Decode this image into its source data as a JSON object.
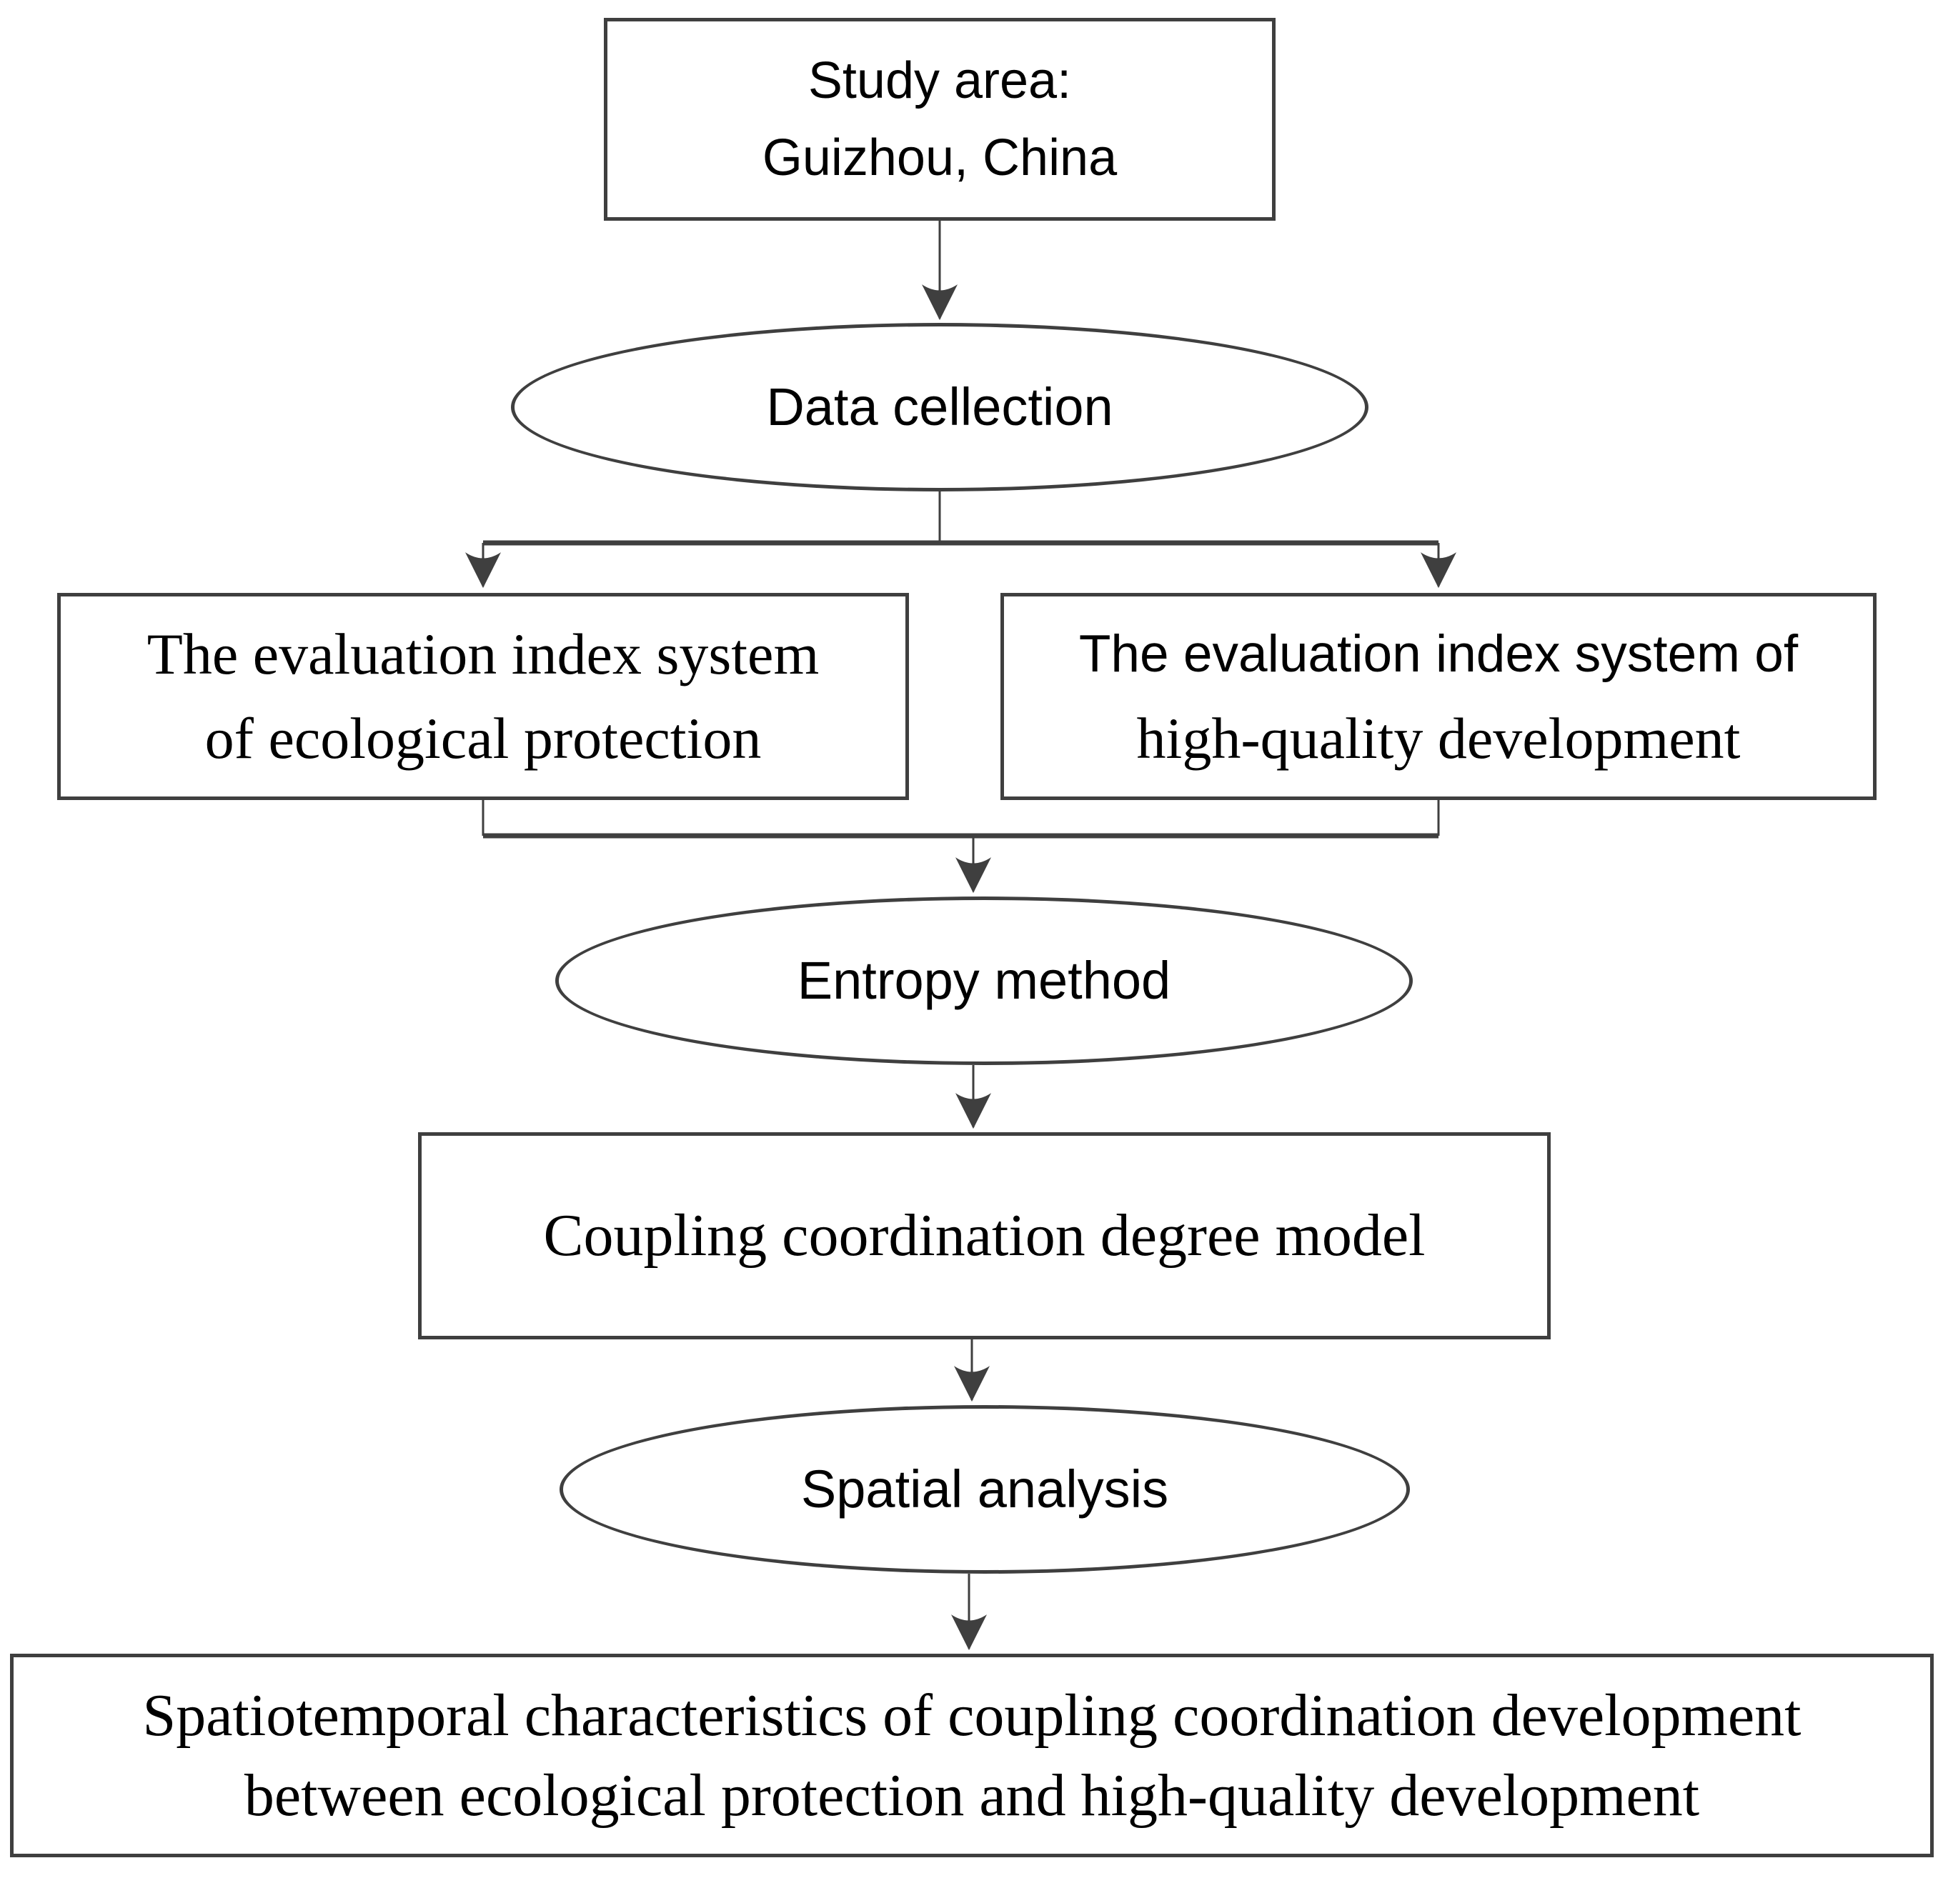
{
  "figure": {
    "description": "Research methodology flowchart",
    "background_color": "#ffffff",
    "line_color": "#3f3f3f",
    "text_color": "#000000"
  },
  "nodes": {
    "study_area": {
      "shape": "rectangle",
      "lines": [
        "Study area:",
        "Guizhou, China"
      ]
    },
    "data_collection": {
      "shape": "ellipse",
      "label": "Data cellection"
    },
    "ecological_index": {
      "shape": "rectangle",
      "lines": [
        "The evaluation index system",
        "of ecological protection"
      ]
    },
    "high_quality_index": {
      "shape": "rectangle",
      "lines": [
        "The evaluation index system of",
        "high-quality development"
      ]
    },
    "entropy_method": {
      "shape": "ellipse",
      "label": "Entropy method"
    },
    "coupling_model": {
      "shape": "rectangle",
      "label": "Coupling coordination degree model"
    },
    "spatial_analysis": {
      "shape": "ellipse",
      "label": "Spatial analysis"
    },
    "outcome": {
      "shape": "rectangle",
      "lines": [
        "Spatiotemporal characteristics of coupling coordination development",
        "between ecological protection and high-quality development"
      ]
    }
  },
  "edges": [
    {
      "from": "study_area",
      "to": "data_collection",
      "arrow": true
    },
    {
      "from": "data_collection",
      "to": "ecological_index",
      "arrow": true
    },
    {
      "from": "data_collection",
      "to": "high_quality_index",
      "arrow": true
    },
    {
      "from": "ecological_index",
      "to": "entropy_method",
      "arrow": true
    },
    {
      "from": "high_quality_index",
      "to": "entropy_method",
      "arrow": true
    },
    {
      "from": "entropy_method",
      "to": "coupling_model",
      "arrow": true
    },
    {
      "from": "coupling_model",
      "to": "spatial_analysis",
      "arrow": true
    },
    {
      "from": "spatial_analysis",
      "to": "outcome",
      "arrow": true
    }
  ]
}
